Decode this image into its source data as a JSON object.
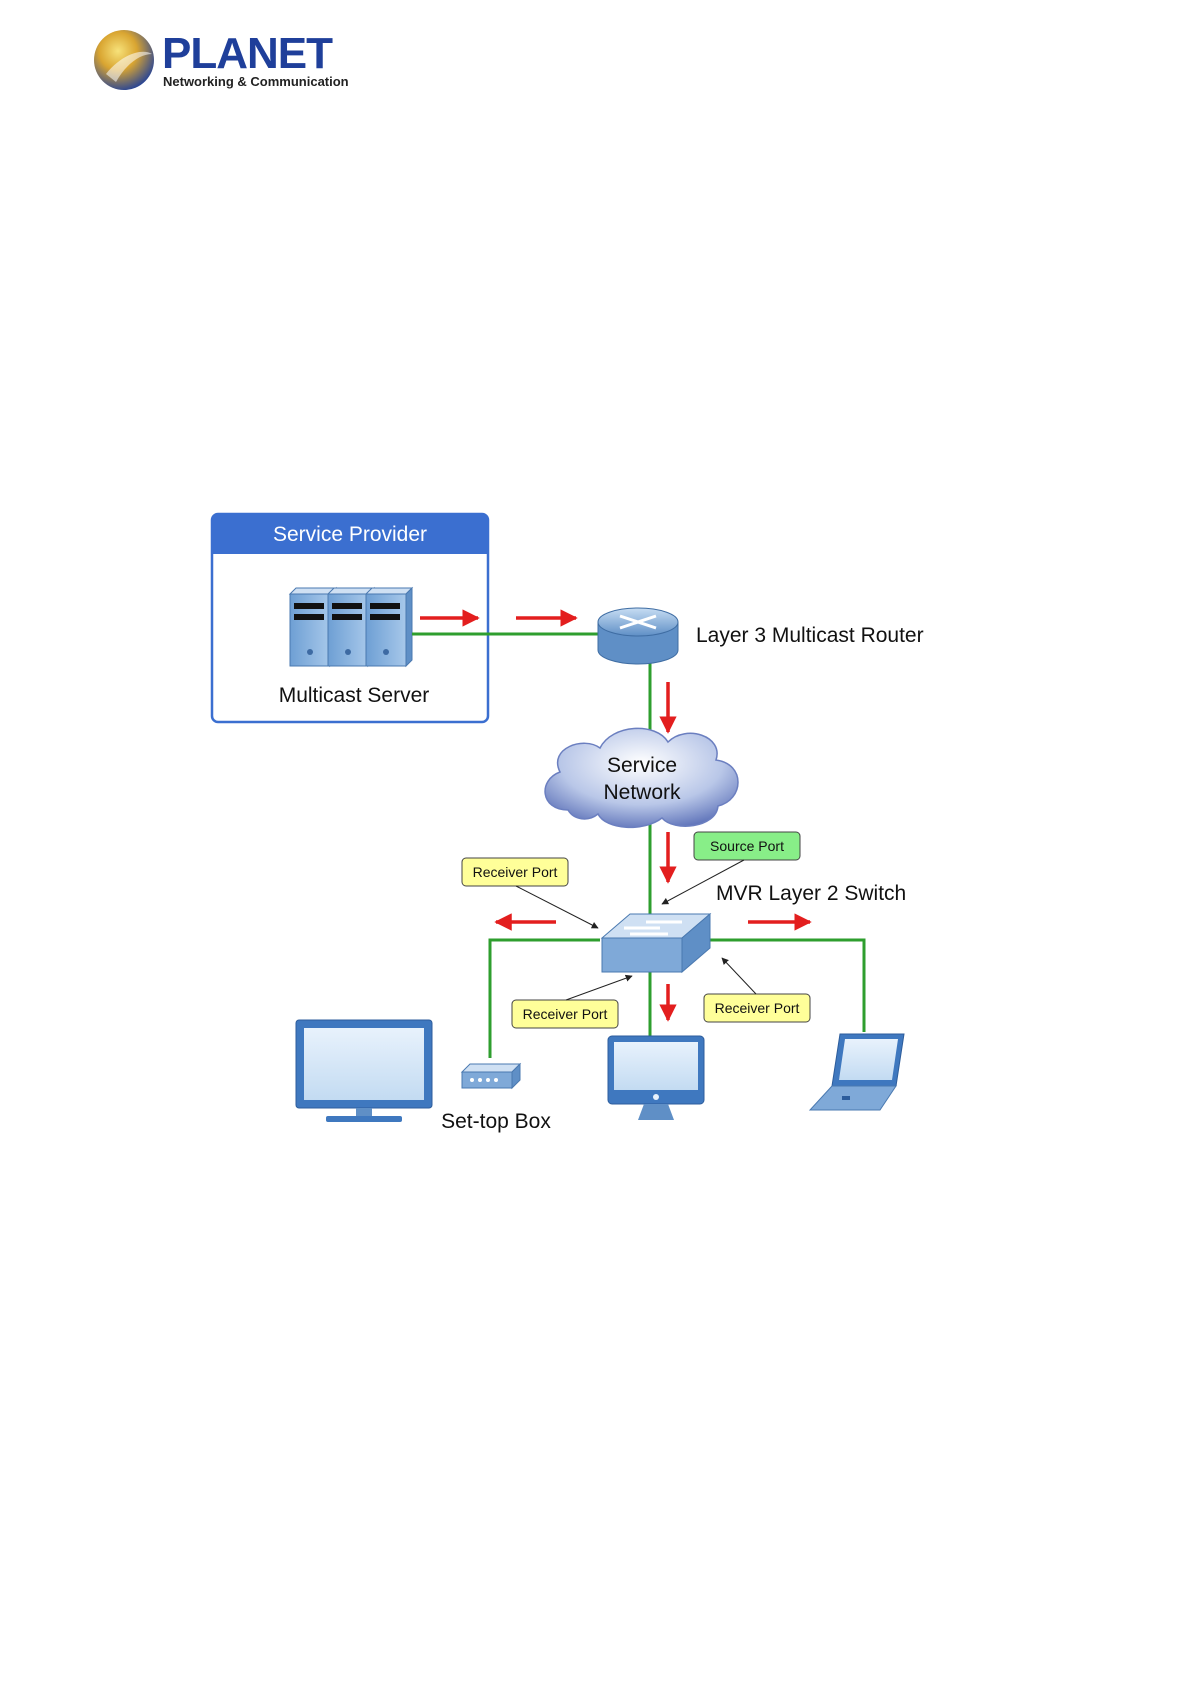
{
  "brand": {
    "name": "PLANET",
    "tagline": "Networking & Communication"
  },
  "diagram": {
    "provider_title": "Service Provider",
    "server_label": "Multicast Server",
    "router_label": "Layer 3 Multicast Router",
    "cloud_line1": "Service",
    "cloud_line2": "Network",
    "switch_label": "MVR Layer 2 Switch",
    "settop_label": "Set-top Box",
    "tag_source": "Source Port",
    "tag_receiver_left": "Receiver Port",
    "tag_receiver_bottom": "Receiver Port",
    "tag_receiver_right": "Receiver Port"
  },
  "colors": {
    "brand_blue": "#1f3f9a",
    "link_green": "#2e9e2e",
    "flow_red": "#e31e1e",
    "provider_header": "#3b6fd0",
    "receiver_tag": "#ffff99",
    "source_tag": "#88ee88"
  }
}
